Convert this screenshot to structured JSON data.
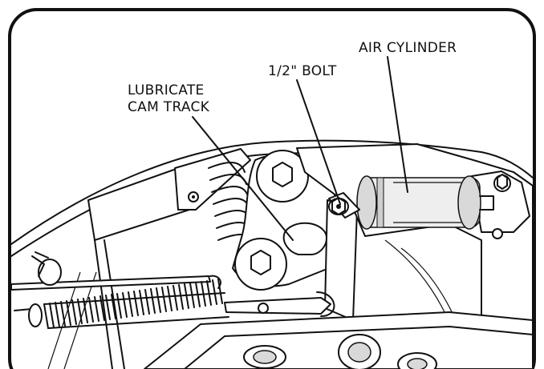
{
  "callouts": {
    "air_cylinder": "AIR CYLINDER",
    "bolt": "1/2\" BOLT",
    "lubricate_line1": "LUBRICATE",
    "lubricate_line2": "CAM TRACK"
  }
}
